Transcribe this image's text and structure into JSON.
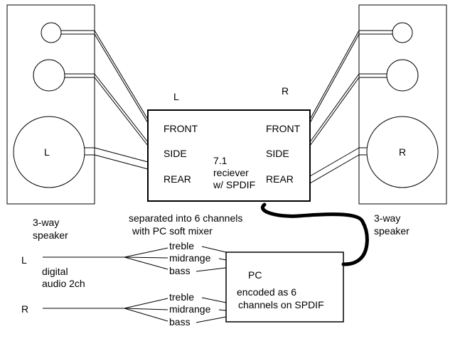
{
  "speakers": {
    "left_driver_label": "L",
    "right_driver_label": "R",
    "left_caption": [
      "3-way",
      "speaker"
    ],
    "right_caption": [
      "3-way",
      "speaker"
    ]
  },
  "receiver": {
    "col_left_heading": "L",
    "col_right_heading": "R",
    "left_channels": [
      "FRONT",
      "SIDE",
      "REAR"
    ],
    "right_channels": [
      "FRONT",
      "SIDE",
      "REAR"
    ],
    "center_lines": [
      "7.1",
      "reciever",
      "w/ SPDIF"
    ]
  },
  "mixer_caption": [
    "separated into 6 channels",
    "with PC soft mixer"
  ],
  "inputs": {
    "left_label": "L",
    "right_label": "R",
    "digital_caption": [
      "digital",
      "audio 2ch"
    ]
  },
  "bands": [
    "treble",
    "midrange",
    "bass"
  ],
  "pc": {
    "title": "PC",
    "caption": [
      "encoded as 6",
      "channels on SPDIF"
    ]
  }
}
